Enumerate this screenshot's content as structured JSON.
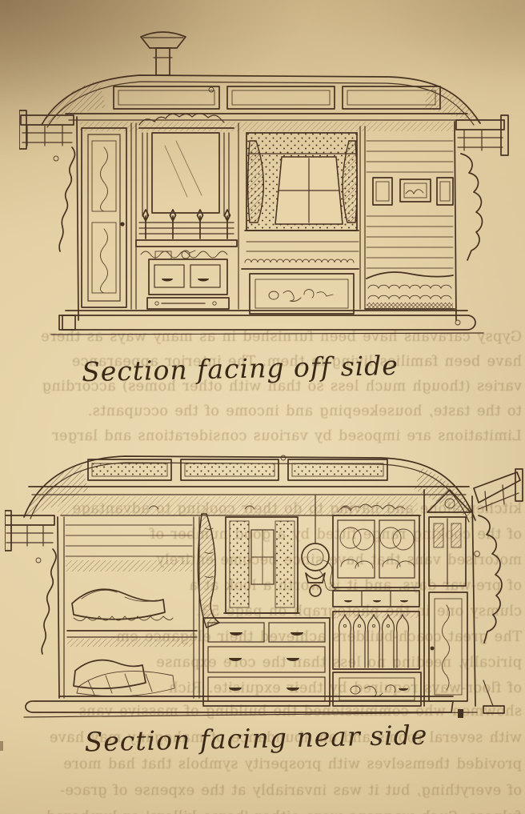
{
  "page": {
    "kind": "Photographed book page with two pen-and-ink illustrations of Gypsy caravan interiors",
    "paper_color": "#dfca9c",
    "ink_color": "#463221",
    "bleed_text_color": "#8f7347"
  },
  "figures": [
    {
      "caption": "Section facing off side",
      "subject": "Caravan interior cross-section facing the off side: roof chimney with cap, clerestory skylights, carved door, mirror over mantel rail, cooking stove with drawer, curtained window, carved locker seat, plank wall with three framed pictures, quilted bed, scrolled porch brackets"
    },
    {
      "caption": "Section facing near side",
      "subject": "Caravan interior cross-section facing the near side: vented clerestory roof, upper and lower berths with bedding, tied curtain, lace window, hanging oil lamp, glazed china cabinet with plates, rack of turned spindles, chest of drawers with cup pulls, carved locker panel, glazed corner door, scrolled porch brackets"
    }
  ],
  "bleed": {
    "note": "Mirrored show-through of print from the reverse side of the leaf",
    "top": [
      "Gypsy caravans have been furnished in as many ways as there",
      "have been families living in them. The interior appearance",
      "varies (though much less so than with other homes) according",
      "to the taste, housekeeping and income of the occupants.",
      "Limitations are imposed by various considerations and larger"
    ],
    "mid": [
      "kitchen alone and having to do their cooking to advantage",
      "of the cooking range fitted by a good number of",
      "motorised vans that have since become entirely",
      "of pre-war days, and it is worth a look at a",
      "clumsy one in the photograph on page 53.",
      "The great coach-builders achieved their elegance em-",
      "pirically, needing no less than the core expanse",
      "of floor-ways required by their exquisite. Rich"
    ],
    "bottom": [
      "showmen who commissioned the building of massive vans",
      "with several rooms and an abundance of mahogany may have",
      "provided themselves with prosperity symbols that had more",
      "of everything, but it was invariably at the expense of grace-",
      "fulness. Such waggons were either 'horse killers' or lumbered"
    ]
  }
}
